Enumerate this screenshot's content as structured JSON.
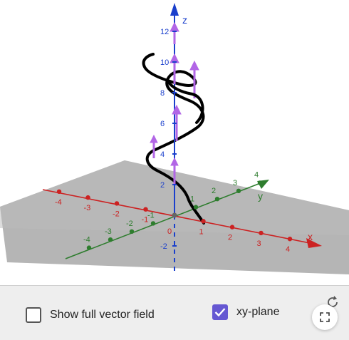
{
  "graph": {
    "axes": {
      "x": {
        "name": "x",
        "color": "#cc2222",
        "ticks": [
          "-4",
          "-3",
          "-2",
          "-1",
          "0",
          "1",
          "2",
          "3",
          "4"
        ]
      },
      "y": {
        "name": "y",
        "color": "#2e7d2e",
        "ticks": [
          "-4",
          "-3",
          "-2",
          "-1",
          "1",
          "2",
          "3",
          "4"
        ]
      },
      "z": {
        "name": "z",
        "color": "#1a3fcc",
        "ticks": [
          "-2",
          "2",
          "4",
          "6",
          "8",
          "10",
          "12"
        ]
      }
    },
    "origin_label": "0",
    "curve_color": "#000000",
    "vector_color": "#b266e6",
    "plane_color": "#9a9a9a"
  },
  "controls": {
    "show_full_field": {
      "label": "Show full vector field",
      "checked": false
    },
    "xy_plane": {
      "label": "xy-plane",
      "checked": true
    },
    "fullscreen_icon": "fullscreen-icon",
    "reset_icon": "reset-icon",
    "accent": "#6557d2"
  }
}
